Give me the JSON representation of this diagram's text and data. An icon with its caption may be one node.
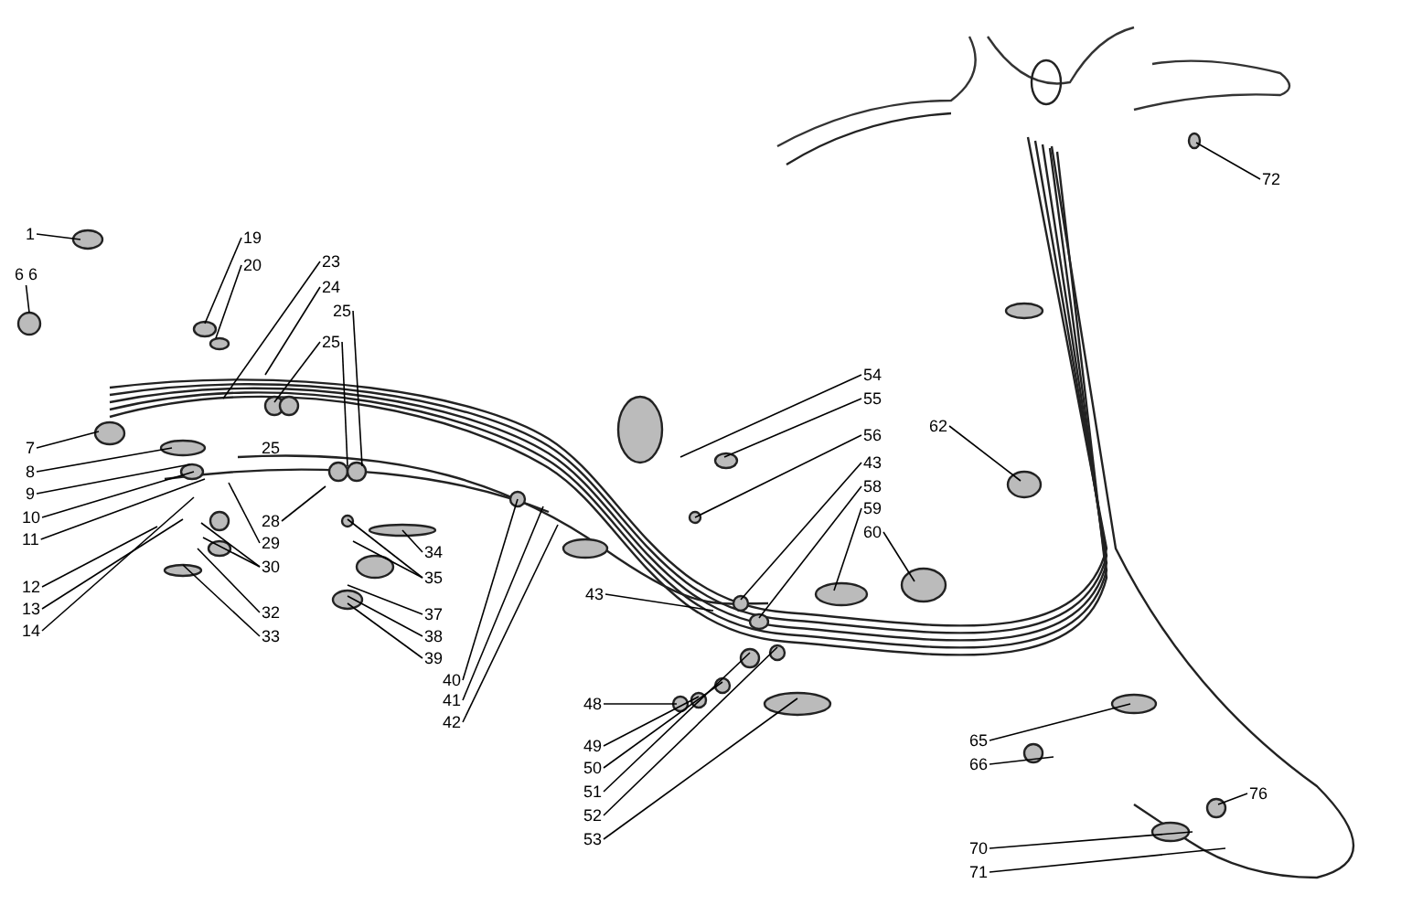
{
  "diagram": {
    "nodes": [
      {
        "text": [
          "1"
        ]
      },
      {
        "text": [
          "6 6"
        ]
      },
      {
        "text": [
          "19"
        ]
      },
      {
        "text": [
          "20"
        ]
      },
      {
        "text": [
          "23"
        ]
      },
      {
        "text": [
          "24"
        ]
      },
      {
        "text": [
          "25"
        ]
      },
      {
        "text": [
          "25"
        ]
      },
      {
        "text": [
          "7"
        ]
      },
      {
        "text": [
          "8"
        ]
      },
      {
        "text": [
          "9"
        ]
      },
      {
        "text": [
          "10"
        ]
      },
      {
        "text": [
          "11"
        ]
      },
      {
        "text": [
          "12"
        ]
      },
      {
        "text": [
          "13"
        ]
      },
      {
        "text": [
          "14"
        ]
      },
      {
        "text": [
          "28"
        ]
      },
      {
        "text": [
          "29"
        ]
      },
      {
        "text": [
          "30"
        ]
      },
      {
        "text": [
          "32"
        ]
      },
      {
        "text": [
          "33"
        ]
      },
      {
        "text": [
          "34"
        ]
      },
      {
        "text": [
          "35"
        ]
      },
      {
        "text": [
          "37"
        ]
      },
      {
        "text": [
          "38"
        ]
      },
      {
        "text": [
          "39"
        ]
      },
      {
        "text": [
          "40"
        ]
      },
      {
        "text": [
          "41"
        ]
      },
      {
        "text": [
          "42"
        ]
      },
      {
        "text": [
          "43"
        ]
      },
      {
        "text": [
          "48"
        ]
      },
      {
        "text": [
          "49"
        ]
      },
      {
        "text": [
          "50"
        ]
      },
      {
        "text": [
          "51"
        ]
      },
      {
        "text": [
          "52"
        ]
      },
      {
        "text": [
          "53"
        ]
      },
      {
        "text": [
          "54"
        ]
      },
      {
        "text": [
          "55"
        ]
      },
      {
        "text": [
          "56"
        ]
      },
      {
        "text": [
          "43"
        ]
      },
      {
        "text": [
          "58"
        ]
      },
      {
        "text": [
          "59"
        ]
      },
      {
        "text": [
          "60"
        ]
      },
      {
        "text": [
          "62"
        ]
      },
      {
        "text": [
          "72"
        ]
      },
      {
        "text": [
          "65"
        ]
      },
      {
        "text": [
          "66"
        ]
      },
      {
        "text": [
          "76"
        ]
      },
      {
        "text": [
          "70"
        ]
      },
      {
        "text": [
          "71"
        ]
      }
    ],
    "edges": [
      {
        "from": 0,
        "to": null,
        "arrow": "none"
      },
      {
        "from": 1,
        "to": null,
        "arrow": "none"
      },
      {
        "from": 2,
        "to": null,
        "arrow": "none"
      },
      {
        "from": 3,
        "to": null,
        "arrow": "none"
      },
      {
        "from": 4,
        "to": null,
        "arrow": "none"
      },
      {
        "from": 5,
        "to": null,
        "arrow": "none"
      },
      {
        "from": 6,
        "to": null,
        "arrow": "none"
      },
      {
        "from": 7,
        "to": null,
        "arrow": "none"
      },
      {
        "from": 7,
        "to": null,
        "arrow": "none"
      },
      {
        "from": 8,
        "to": null,
        "arrow": "none"
      },
      {
        "from": 9,
        "to": null,
        "arrow": "none"
      },
      {
        "from": 10,
        "to": null,
        "arrow": "none"
      },
      {
        "from": 11,
        "to": null,
        "arrow": "none"
      },
      {
        "from": 12,
        "to": null,
        "arrow": "none"
      },
      {
        "from": 13,
        "to": null,
        "arrow": "none"
      },
      {
        "from": 14,
        "to": null,
        "arrow": "none"
      },
      {
        "from": 15,
        "to": null,
        "arrow": "none"
      },
      {
        "from": 16,
        "to": null,
        "arrow": "none"
      },
      {
        "from": 17,
        "to": null,
        "arrow": "none"
      },
      {
        "from": 18,
        "to": null,
        "arrow": "none"
      },
      {
        "from": 18,
        "to": null,
        "arrow": "none"
      },
      {
        "from": 19,
        "to": null,
        "arrow": "none"
      },
      {
        "from": 20,
        "to": null,
        "arrow": "none"
      },
      {
        "from": 21,
        "to": null,
        "arrow": "none"
      },
      {
        "from": 22,
        "to": null,
        "arrow": "none"
      },
      {
        "from": 22,
        "to": null,
        "arrow": "none"
      },
      {
        "from": 23,
        "to": null,
        "arrow": "none"
      },
      {
        "from": 24,
        "to": null,
        "arrow": "none"
      },
      {
        "from": 25,
        "to": null,
        "arrow": "none"
      },
      {
        "from": 26,
        "to": null,
        "arrow": "none"
      },
      {
        "from": 27,
        "to": null,
        "arrow": "none"
      },
      {
        "from": 28,
        "to": null,
        "arrow": "none"
      },
      {
        "from": 29,
        "to": null,
        "arrow": "none"
      },
      {
        "from": 30,
        "to": null,
        "arrow": "none"
      },
      {
        "from": 31,
        "to": null,
        "arrow": "none"
      },
      {
        "from": 32,
        "to": null,
        "arrow": "none"
      },
      {
        "from": 33,
        "to": null,
        "arrow": "none"
      },
      {
        "from": 34,
        "to": null,
        "arrow": "none"
      },
      {
        "from": 35,
        "to": null,
        "arrow": "none"
      },
      {
        "from": 36,
        "to": null,
        "arrow": "none"
      },
      {
        "from": 37,
        "to": null,
        "arrow": "none"
      },
      {
        "from": 38,
        "to": null,
        "arrow": "none"
      },
      {
        "from": 39,
        "to": null,
        "arrow": "none"
      },
      {
        "from": 40,
        "to": null,
        "arrow": "none"
      },
      {
        "from": 41,
        "to": null,
        "arrow": "none"
      },
      {
        "from": 42,
        "to": null,
        "arrow": "none"
      },
      {
        "from": 43,
        "to": null,
        "arrow": "none"
      },
      {
        "from": 44,
        "to": null,
        "arrow": "none"
      },
      {
        "from": 45,
        "to": null,
        "arrow": "none"
      },
      {
        "from": 46,
        "to": null,
        "arrow": "none"
      },
      {
        "from": 47,
        "to": null,
        "arrow": "none"
      },
      {
        "from": 48,
        "to": null,
        "arrow": "none"
      },
      {
        "from": 49,
        "to": null,
        "arrow": "none"
      }
    ],
    "labels": [
      "25"
    ]
  }
}
